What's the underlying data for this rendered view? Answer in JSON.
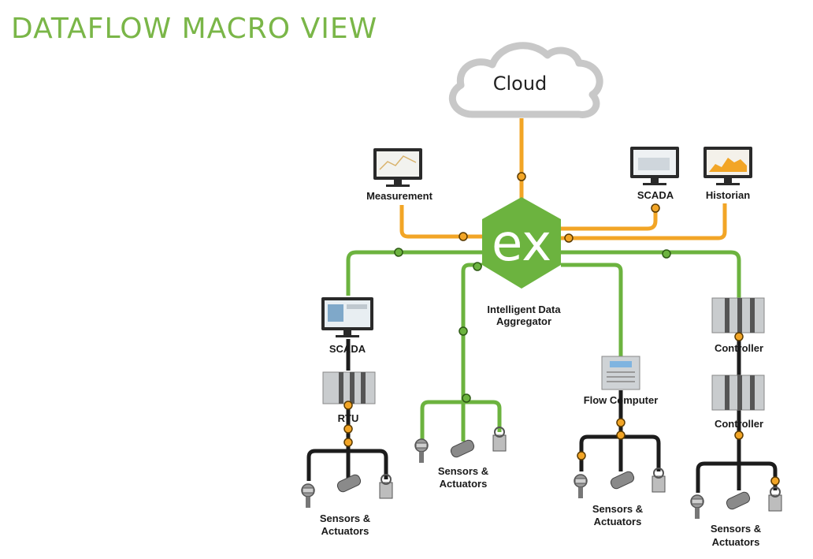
{
  "title": "DATAFLOW MACRO VIEW",
  "colors": {
    "title": "#7ab648",
    "green": "#6cb33f",
    "orange": "#f2a526",
    "black": "#1c1c1c",
    "cloud": "#c8c8c8"
  },
  "nodes": {
    "cloud": "Cloud",
    "hub_symbol": "ex",
    "hub_label_line1": "Intelligent Data",
    "hub_label_line2": "Aggregator",
    "measurement": "Measurement",
    "scada_top": "SCADA",
    "historian": "Historian",
    "scada_left": "SCADA",
    "rtu": "RTU",
    "flow_computer": "Flow Computer",
    "controller_1": "Controller",
    "controller_2": "Controller"
  },
  "sensor_groups": [
    {
      "line1": "Sensors &",
      "line2": "Actuators"
    },
    {
      "line1": "Sensors &",
      "line2": "Actuators"
    },
    {
      "line1": "Sensors &",
      "line2": "Actuators"
    },
    {
      "line1": "Sensors &",
      "line2": "Actuators"
    }
  ]
}
